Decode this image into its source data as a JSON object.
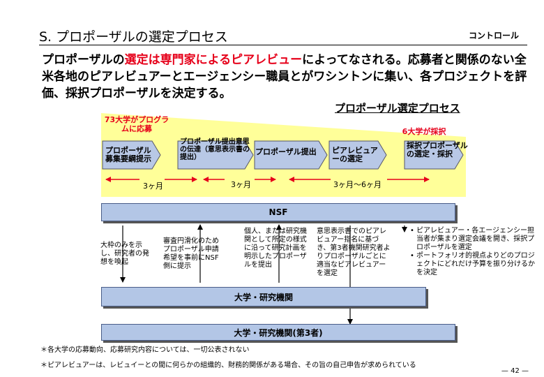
{
  "header": {
    "title": "S. プロポーザルの選定プロセス",
    "tag": "コントロール"
  },
  "lead": {
    "part1": "プロポーザルの",
    "emphasis": "選定は専門家によるピアレビュー",
    "part2": "によってなされる。応募者と関係のない全米各地のピアレビュアーとエージェンシー職員とがワシントンに集い、各プロジェクトを評価、採択プロポーザルを決定する。"
  },
  "process": {
    "title": "プロポーザル選定プロセス",
    "start_note": "73大学がプログラムに応募",
    "end_note": "6大学が採択",
    "steps": [
      "プロポーザル募集要綱提示",
      "プロポーザル提出意思の伝達（意思表示書の提出）",
      "プロポーザル提出",
      "ピアレビュアーの選定",
      "採択プロポーザルの選定・採択"
    ],
    "durations": [
      "3ヶ月",
      "3ヶ月",
      "3ヶ月〜6ヶ月"
    ]
  },
  "nsf_bar": "NSF",
  "univ_bar": "大学・研究機関",
  "third_bar": "大学・研究機関(第3者)",
  "descriptions": [
    "大枠のみを示し、研究者の発想を喚起",
    "審査円滑化のためプロポーザル申請希望を事前にNSF側に提示",
    "個人、または研究機関として所定の様式に沿って研究計画を明示したプロポーザルを提出",
    "意思表示書でのピアレビュアー指名に基づき、第3者機関研究者よりプロポーザルごとに適当なピアレビュアーを選定"
  ],
  "bullets": [
    "ピアレビュアー・各エージェンシー担当者が集まり選定会議を開き、採択プロポーザルを選定",
    "ポートフォリオ的視点よりどのプロジェクトにどれだけ予算を振り分けるかを決定"
  ],
  "footnotes": [
    "＊各大学の応募動向、応募研究内容については、一切公表されない",
    "＊ピアレビュアーは、レビュイーとの間に何らかの組織的、財務的関係がある場合、その旨の自己申告が求められている"
  ],
  "page_number": "— 42 —",
  "colors": {
    "accent_red": "#e6001a",
    "funnel_yellow": "#ffff99",
    "bar_blue": "#b3c6e6",
    "step_blue": "#b8c8e6"
  }
}
